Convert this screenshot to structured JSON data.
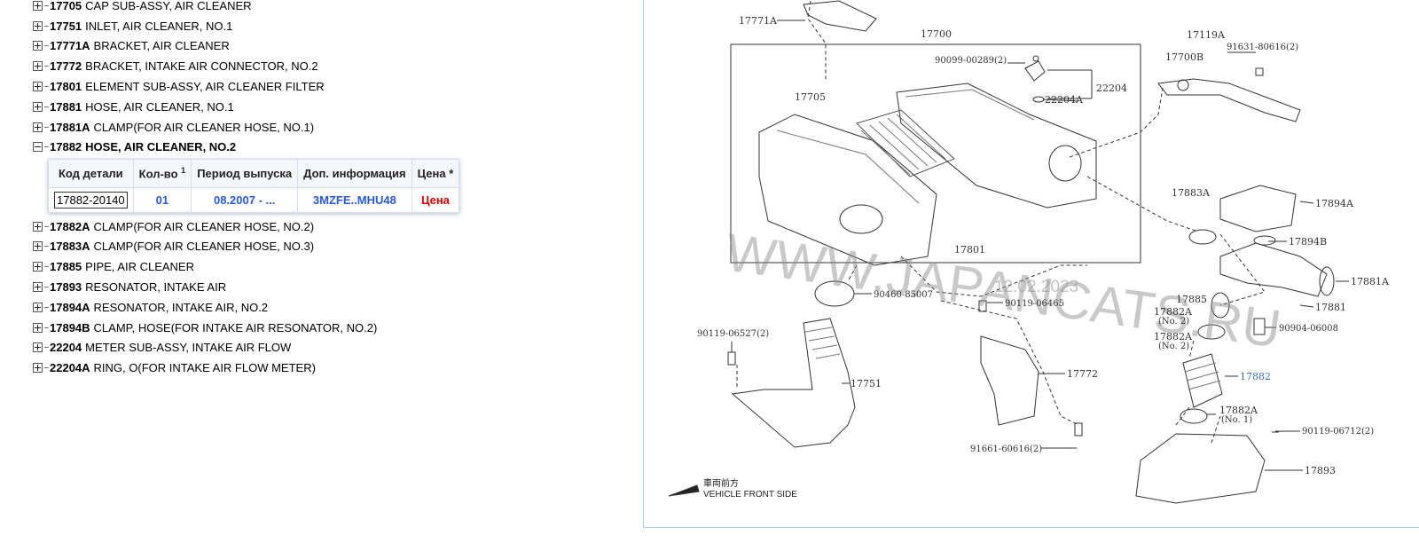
{
  "tree": {
    "items": [
      {
        "code": "17705",
        "desc": "CAP SUB-ASSY, AIR CLEANER"
      },
      {
        "code": "17751",
        "desc": "INLET, AIR CLEANER, NO.1"
      },
      {
        "code": "17771A",
        "desc": "BRACKET, AIR CLEANER"
      },
      {
        "code": "17772",
        "desc": "BRACKET, INTAKE AIR CONNECTOR, NO.2"
      },
      {
        "code": "17801",
        "desc": "ELEMENT SUB-ASSY, AIR CLEANER FILTER"
      },
      {
        "code": "17881",
        "desc": "HOSE, AIR CLEANER, NO.1"
      },
      {
        "code": "17881A",
        "desc": "CLAMP(FOR AIR CLEANER HOSE, NO.1)"
      },
      {
        "code": "17882",
        "desc": "HOSE, AIR CLEANER, NO.2"
      },
      {
        "code": "17882A",
        "desc": "CLAMP(FOR AIR CLEANER HOSE, NO.2)"
      },
      {
        "code": "17883A",
        "desc": "CLAMP(FOR AIR CLEANER HOSE, NO.3)"
      },
      {
        "code": "17885",
        "desc": "PIPE, AIR CLEANER"
      },
      {
        "code": "17893",
        "desc": "RESONATOR, INTAKE AIR"
      },
      {
        "code": "17894A",
        "desc": "RESONATOR, INTAKE AIR, NO.2"
      },
      {
        "code": "17894B",
        "desc": "CLAMP, HOSE(FOR INTAKE AIR RESONATOR, NO.2)"
      },
      {
        "code": "22204",
        "desc": "METER SUB-ASSY, INTAKE AIR FLOW"
      },
      {
        "code": "22204A",
        "desc": "RING, O(FOR INTAKE AIR FLOW METER)"
      }
    ]
  },
  "detail": {
    "headers": {
      "part_code": "Код детали",
      "qty": "Кол-во",
      "qty_note": "1",
      "period": "Период выпуска",
      "info": "Доп. информация",
      "price": "Цена *"
    },
    "row": {
      "part_code": "17882-20140",
      "qty": "01",
      "period": "08.2007 - ...",
      "info": "3MZFE..MHU48",
      "price": "Цена"
    }
  },
  "diagram": {
    "labels": {
      "l17771A": "17771A",
      "l17700": "17700",
      "l90099": "90099-00289(2)",
      "l22204": "22204",
      "l22204A": "22204A",
      "l17705": "17705",
      "l17801": "17801",
      "l17119A": "17119A",
      "l17700B": "17700B",
      "l91631": "91631-80616(2)",
      "l17883A": "17883A",
      "l17894A": "17894A",
      "l17894B": "17894B",
      "l17881A": "17881A",
      "l17881": "17881",
      "l17885": "17885",
      "l17882A_1": "17882A",
      "l17882A_1n": "(No. 2)",
      "l17882A_2": "17882A",
      "l17882A_2n": "(No. 2)",
      "l90904": "90904-06008",
      "l17882": "17882",
      "l17882A_3": "17882A",
      "l17882A_3n": "(No. 1)",
      "l90119_67": "90119-06712(2)",
      "l17893": "17893",
      "l90460": "90460-85007",
      "l90119_65": "90119-06465",
      "l90119_27": "90119-06527(2)",
      "l17751": "17751",
      "l17772": "17772",
      "l91661": "91661-60616(2)"
    },
    "watermark": "WWW.JAPANCATS.RU",
    "watermark_date": "12.02.2023",
    "front_jp": "車両前方",
    "front_en": "VEHICLE FRONT SIDE"
  }
}
